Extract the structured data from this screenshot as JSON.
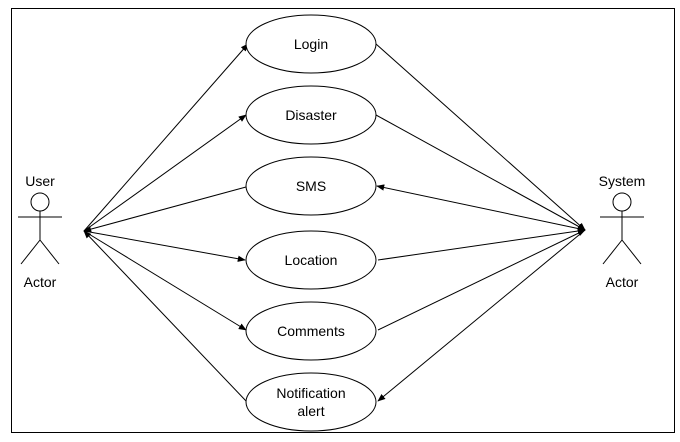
{
  "actors": {
    "user": {
      "name": "User",
      "role": "Actor"
    },
    "system": {
      "name": "System",
      "role": "Actor"
    }
  },
  "use_cases": [
    {
      "id": "login",
      "lines": [
        "Login"
      ]
    },
    {
      "id": "disaster",
      "lines": [
        "Disaster"
      ]
    },
    {
      "id": "sms",
      "lines": [
        "SMS"
      ]
    },
    {
      "id": "location",
      "lines": [
        "Location"
      ]
    },
    {
      "id": "comments",
      "lines": [
        "Comments"
      ]
    },
    {
      "id": "notification-alert",
      "lines": [
        "Notification",
        "alert"
      ]
    }
  ],
  "colors": {
    "stroke": "#000000",
    "background": "#ffffff"
  }
}
